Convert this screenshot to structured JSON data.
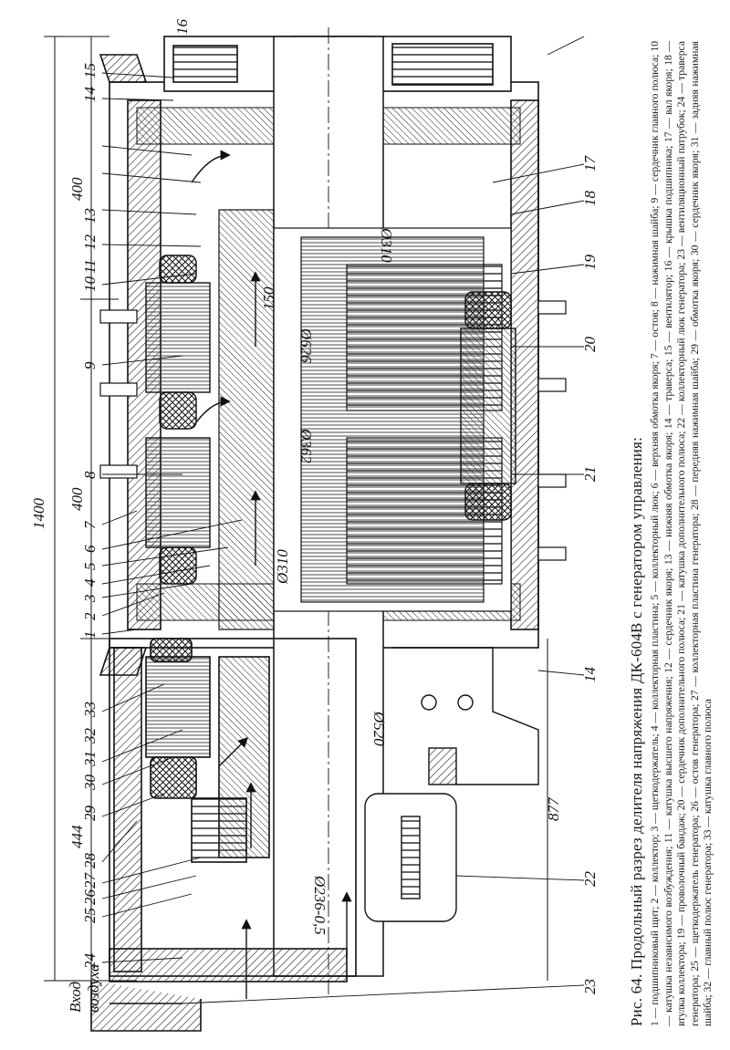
{
  "caption": {
    "title": "Рис. 64. Продольный разрез делителя напряжения ДК-604В с генератором управления:",
    "legend": "1 — подшипниковый щит; 2 — коллектор; 3 — щеткодержатель; 4 — коллекторная пластина; 5 — коллекторный люк; 6 — верхняя обмотка якоря; 7 — остов; 8 — нажимная шайба; 9 — сердечник главного полюса; 10 — катушка независимого возбуждения; 11 — катушка высшего напряжения; 12 — сердечник якоря; 13 — нижняя обмотка якоря; 14 — траверса; 15 — вентилятор; 16 — крышка подшипника; 17 — вал якоря; 18 — втулка коллектора; 19 — проволочный бандаж; 20 — сердечник дополнительного полюса; 21 — катушка дополнительного полюса; 22 — коллекторный люк генератора; 23 — вентиляционный патрубок; 24 — траверса генератора; 25 — щеткодержатель генератора; 26 — остов генератора; 27 — коллекторная пластина генератора; 28 — передняя нажимная шайба; 29 — обмотка якоря; 30 — сердечник якоря; 31 — задняя нажимная шайба; 32 — главный полюс генератора; 33 — катушка главного полюса"
  },
  "dimensions": {
    "total_length": "1400",
    "section_400_top": "400",
    "section_400_bottom": "400",
    "generator_length": "444",
    "base_length": "877",
    "d310_commutator": "Ø310",
    "d310_right": "Ø310",
    "d626": "Ø626",
    "d362": "Ø362",
    "d520": "Ø520",
    "d236": "Ø236-0,5",
    "d150": "150"
  },
  "inlet_label": [
    "Вход",
    "воздуха"
  ],
  "callouts": [
    "1",
    "2",
    "3",
    "4",
    "5",
    "6",
    "7",
    "8",
    "9",
    "10",
    "11",
    "12",
    "13",
    "14",
    "15",
    "16",
    "17",
    "18",
    "19",
    "20",
    "21",
    "22",
    "23",
    "24",
    "25",
    "26",
    "27",
    "28",
    "29",
    "30",
    "31",
    "32",
    "33"
  ]
}
